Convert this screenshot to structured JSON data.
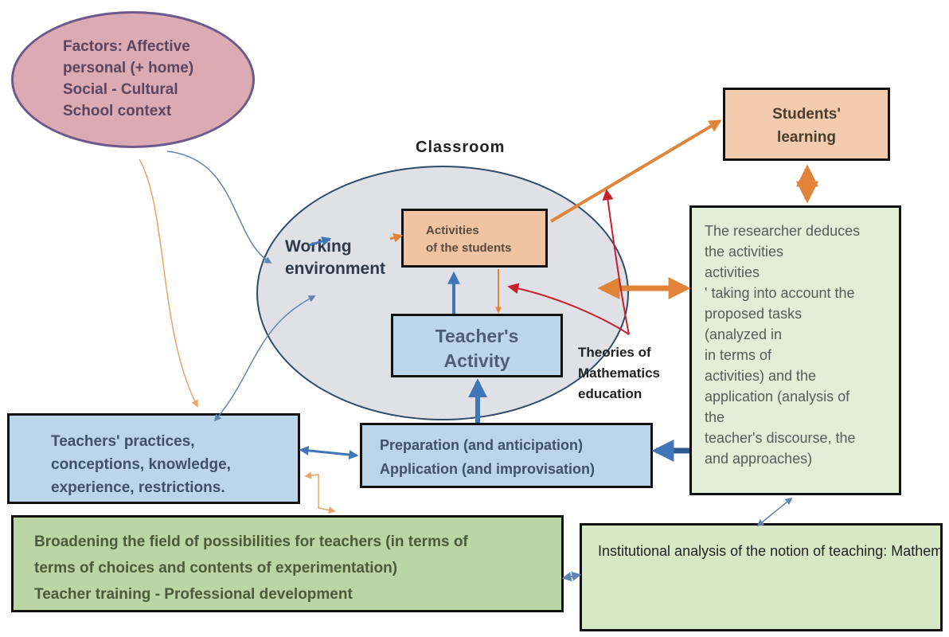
{
  "factors": {
    "text": "Factors: Affective\npersonal (+ home)\nSocial - Cultural\nSchool context"
  },
  "classroom": {
    "title": "Classroom",
    "working_environment": "Working\nenvironment",
    "students_activities": "Activities\nof the students",
    "teachers_activity": "Teacher's\nActivity"
  },
  "theories": "Theories of\nMathematics\neducation",
  "students_learning": "Students'\nlearning",
  "researcher": "The researcher deduces\nthe activities\nactivities\n' taking into account the\nproposed tasks\n(analyzed in\nin terms of\nactivities) and the\napplication (analysis of\nthe\nteacher's discourse, the\nand approaches)",
  "preparation": "Preparation (and anticipation)\nApplication (and improvisation)",
  "teachers_practices": "Teachers' practices,\nconceptions, knowledge,\nexperience, restrictions.",
  "broadening": "Broadening the field of possibilities for teachers (in terms of\nterms of choices and contents of experimentation)\nTeacher training - Professional development",
  "institutional": "Institutional analysis of the notion of\nteaching: Mathematics, curricula, results\ndidactic results (students), conceptualization\nconceptualization ... the scenarios ...",
  "colors": {
    "blue_arrow": "#3f76b7",
    "orange_arrow": "#e0843a",
    "red_arrow": "#c8202a",
    "thin_blue": "#5f84b0",
    "thin_orange": "#e8a568"
  }
}
